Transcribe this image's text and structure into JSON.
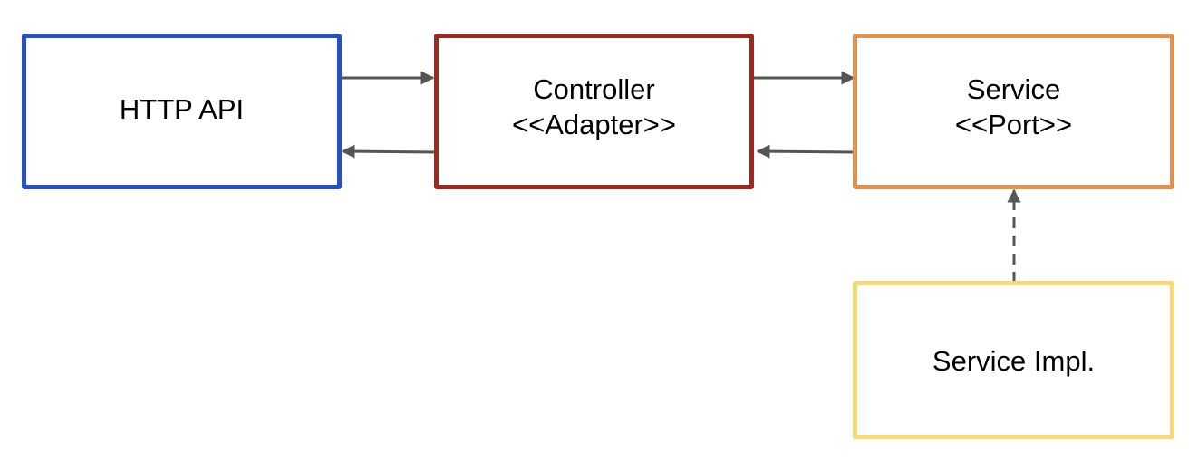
{
  "colors": {
    "http_border": "#2452c3",
    "controller_border": "#9b2b1e",
    "service_border": "#de9450",
    "impl_border": "#f6d976",
    "arrow": "#555555"
  },
  "nodes": {
    "http_api": {
      "line1": "HTTP API"
    },
    "controller": {
      "line1": "Controller",
      "line2": "<<Adapter>>"
    },
    "service": {
      "line1": "Service",
      "line2": "<<Port>>"
    },
    "service_impl": {
      "line1": "Service Impl."
    }
  },
  "edges": [
    {
      "from": "http_api",
      "to": "controller",
      "style": "solid"
    },
    {
      "from": "controller",
      "to": "http_api",
      "style": "solid"
    },
    {
      "from": "controller",
      "to": "service",
      "style": "solid"
    },
    {
      "from": "service",
      "to": "controller",
      "style": "solid"
    },
    {
      "from": "service_impl",
      "to": "service",
      "style": "dashed"
    }
  ]
}
